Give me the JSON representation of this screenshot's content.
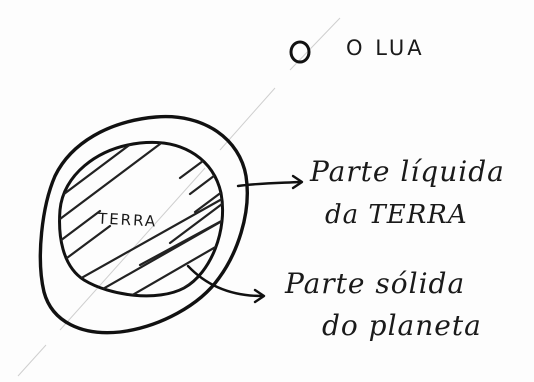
{
  "labels": {
    "moon": "O LUA",
    "earth": "TERRA",
    "liquid_line1": "Parte líquida",
    "liquid_line2": "da TERRA",
    "solid_line1": "Parte sólida",
    "solid_line2": "do planeta"
  },
  "colors": {
    "ink": "#111111",
    "background": "#fdfdfd",
    "faint_line": "#cfcfcf"
  }
}
